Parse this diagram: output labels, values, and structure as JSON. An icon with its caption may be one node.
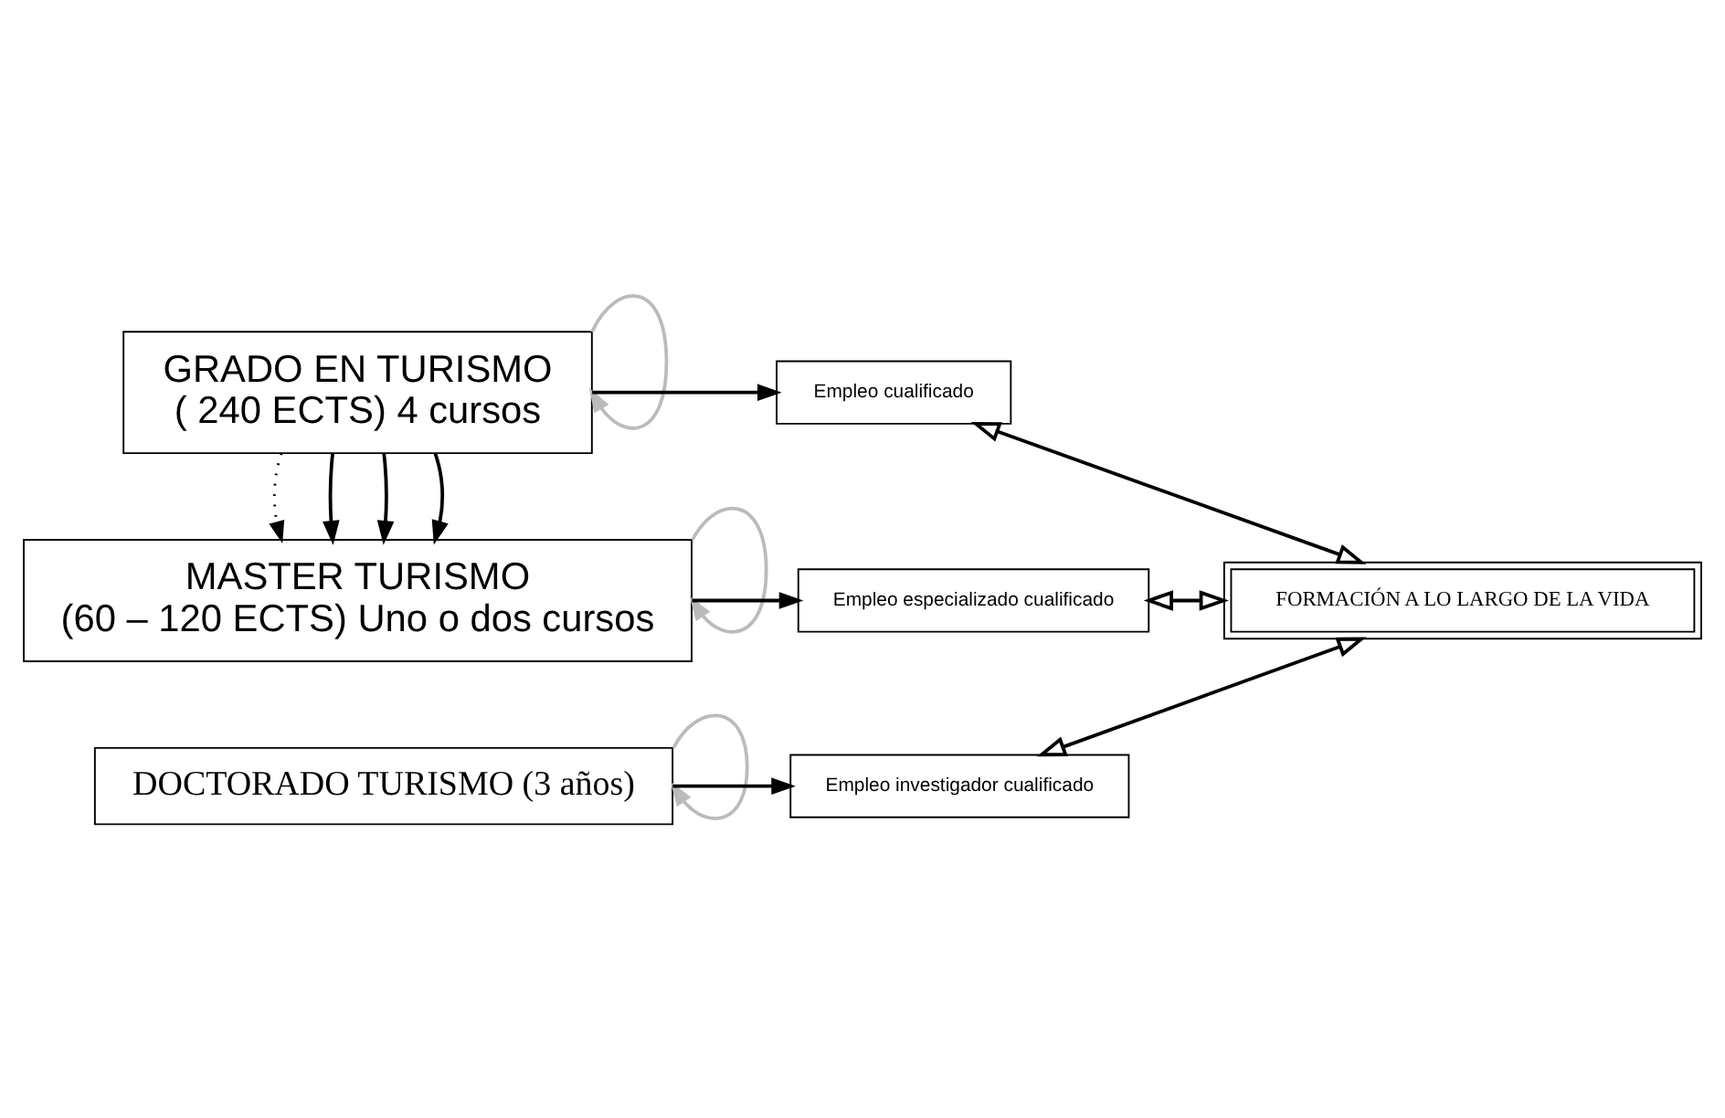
{
  "diagram": {
    "nodes": [
      {
        "text": [
          "GRADO EN TURISMO",
          "( 240 ECTS) 4 cursos"
        ]
      },
      {
        "text": [
          "Empleo cualificado"
        ]
      },
      {
        "text": [
          "MASTER TURISMO",
          "(60 – 120 ECTS) Uno o dos cursos"
        ]
      },
      {
        "text": [
          "Empleo especializado cualificado"
        ]
      },
      {
        "text": [
          "DOCTORADO TURISMO (3 años)"
        ]
      },
      {
        "text": [
          "Empleo investigador cualificado"
        ]
      },
      {
        "text": [
          "FORMACIÓN A LO LARGO DE LA VIDA"
        ]
      }
    ],
    "edges": [
      {
        "from": 0,
        "to": 0,
        "arrow": "to",
        "color": "#bbbbbb"
      },
      {
        "from": 0,
        "to": 1,
        "arrow": "to"
      },
      {
        "from": 1,
        "to": 6,
        "arrow": "both"
      },
      {
        "from": 0,
        "to": 2,
        "arrow": "to",
        "style": "dashed"
      },
      {
        "from": 0,
        "to": 2,
        "arrow": "to"
      },
      {
        "from": 0,
        "to": 2,
        "arrow": "to"
      },
      {
        "from": 0,
        "to": 2,
        "arrow": "to"
      },
      {
        "from": 2,
        "to": 2,
        "arrow": "to",
        "color": "#bbbbbb"
      },
      {
        "from": 2,
        "to": 3,
        "arrow": "to"
      },
      {
        "from": 3,
        "to": 6,
        "arrow": "both"
      },
      {
        "from": 4,
        "to": 4,
        "arrow": "to",
        "color": "#bbbbbb"
      },
      {
        "from": 4,
        "to": 5,
        "arrow": "to"
      },
      {
        "from": 5,
        "to": 6,
        "arrow": "both"
      }
    ]
  }
}
